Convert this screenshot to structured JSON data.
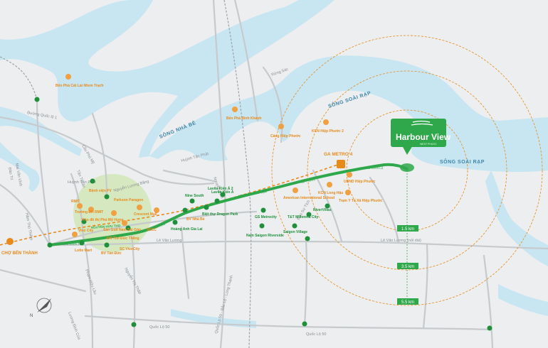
{
  "rivers": [
    "SÔNG NHÀ BÈ",
    "SÔNG SOÀI RẠP",
    "SÔNG SOÀI RẠP"
  ],
  "brand": {
    "name": "Harbour View",
    "tagline": "WEST PHUOC",
    "bg": "#2ea84a"
  },
  "metro_station": "GA METRO 4",
  "landmark": "CHỢ BẾN THÀNH",
  "roads": {
    "nguyen_huu_tho": "NGUYỄN HỮU THỌ",
    "nguyen_van_tao": "NGUYỄN VĂN TẠO",
    "cau_hiep_phuoc": "Cầu Hiệp Phước",
    "cau_kenh_lo": "Cầu Kênh Lộ",
    "cau_kenh_te": "Cầu Kênh Tẻ",
    "cau_rach_dia": "Cầu Rạch Đỉa",
    "le_van_luong": "Lê Văn Lương",
    "le_van_luong_noi_dai": "Lê Văn Lương (nối dài)",
    "quoc_lo_50a": "Quốc Lộ 50",
    "quoc_lo_50b": "Quốc Lộ 50",
    "ql1": "Đường Quốc lộ 1",
    "huynh_tan_phat": "Huỳnh Tấn Phát",
    "huynh_tan_phat2": "Huỳnh Tấn Phát",
    "nguyen_luong_bang": "Nguyễn Lương Bằng",
    "rung_sac": "Rừng Sác",
    "nguyen_binh": "Nguyễn Bình",
    "dao_su_tich": "Đào Sư Tích",
    "tan_thuan": "Tân Thuận",
    "ham_thu_thiem": "Hầm Thủ Thiêm",
    "cau_phu_my": "Cầu Phú Mỹ",
    "pham_huu_lau": "Phạm Hữu Lầu",
    "nguyen_thi_thap": "Nguyễn Thị Thập",
    "mai_van_vinh": "Mai Văn Vĩnh",
    "dao_tri": "Đào Trí",
    "luong_dinh_cua": "Lương Định Của",
    "ql50_vert": "Quốc Lộ 50 - Bắc Lộ - Long Thạnh"
  },
  "distances": [
    "1.5 km",
    "3.5 km",
    "5.5 km"
  ],
  "green_pois": [
    "Nine South",
    "Lavila Kiến Á",
    "Biệt thự Dragon Park",
    "BV Nhà Bè",
    "Hoàng Anh Gia Lai",
    "Parkson Paragon",
    "Vivo City",
    "Crescent Mall",
    "Lotte Mart",
    "BV Tân Đức",
    "SC VivoCity",
    "Lavila Kiến Á 2",
    "GS Metrocity",
    "T&T Millennia City",
    "RiverVillas",
    "Saigon Village",
    "Nam Saigon Riverside"
  ],
  "orange_pois": [
    "Bến Phà Cát Lái Nhơn Trạch",
    "Bến Phà Bình Khánh",
    "Cảng Hiệp Phước",
    "KCN Hiệp Phước 2",
    "KCN Long Hậu",
    "UBND Hiệp Phước",
    "American International School",
    "Trường ĐH RMIT",
    "Sân Golf Nam Sài Gòn",
    "SECC",
    "Khu đô thị Phú Mỹ Hưng",
    "Trạm Y Tế Xã Hiệp Phước",
    "Bệnh viện FV",
    "ĐH Tôn Đức Thắng",
    "RMIT"
  ],
  "compass": "N",
  "colors": {
    "water": "#c8e6f2",
    "land": "#eceeef",
    "route": "#2ea84a",
    "metro": "#e88a1a",
    "ring": "#e88a1a",
    "road": "#c7cacd"
  }
}
